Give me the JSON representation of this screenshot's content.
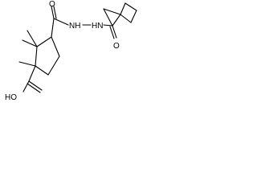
{
  "structure": {
    "atom_labels": {
      "carbonyl_o_left": "O",
      "hydrazide_nh": "NH",
      "hydrazide_hn": "HN",
      "carbonyl_o_right": "O",
      "carboxylic_acid": "HO"
    },
    "colors": {
      "bond": "#000000",
      "label": "#000000",
      "background": "#ffffff"
    }
  }
}
